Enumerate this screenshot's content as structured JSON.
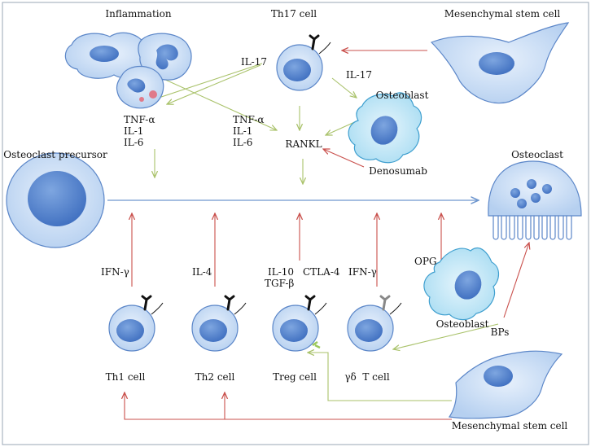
{
  "labels": {
    "inflammation": "Inflammation",
    "th17_cell": "Th17 cell",
    "msc_top": "Mesenchymal stem cell",
    "il17_left": "IL-17",
    "il17_right": "IL-17",
    "osteoblast_top": "Osteoblast",
    "tnf_left": "TNF-α",
    "il1_left": "IL-1",
    "il6_left": "IL-6",
    "tnf_mid": "TNF-α",
    "il1_mid": "IL-1",
    "il6_mid": "IL-6",
    "rankl": "RANKL",
    "denosumab": "Denosumab",
    "osteoclast_precursor": "Osteoclast precursor",
    "osteoclast": "Osteoclast",
    "ifn_th1": "IFN-γ",
    "il4": "IL-4",
    "il10": "IL-10",
    "tgf": "TGF-β",
    "ctla4": "CTLA-4",
    "ifn_gd": "IFN-γ",
    "opg": "OPG",
    "osteoblast_bottom": "Osteoblast",
    "bps": "BPs",
    "th1_cell": "Th1 cell",
    "th2_cell": "Th2 cell",
    "treg_cell": "Treg cell",
    "gd_cell": "γδ  T cell",
    "msc_bottom": "Mesenchymal stem cell"
  },
  "colors": {
    "stimulate": "#a9c26a",
    "inhibit": "#c9504c",
    "differentiation": "#6f97cf",
    "cell_fill": "#b9d3f2",
    "cell_stroke": "#5b86c8",
    "nucleus": "#4f7fcf"
  }
}
